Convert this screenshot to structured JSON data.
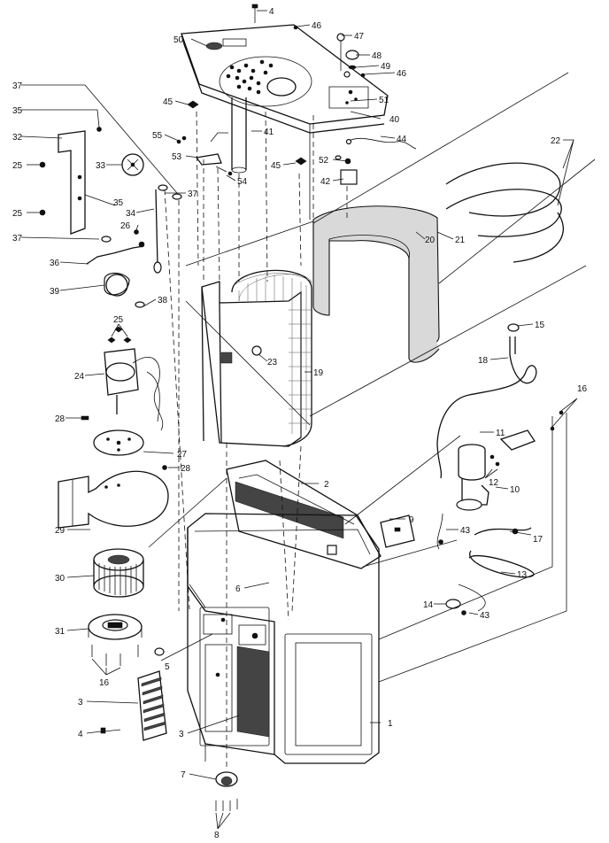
{
  "diagram": {
    "callouts": [
      {
        "id": "c1",
        "text": "1"
      },
      {
        "id": "c2",
        "text": "2"
      },
      {
        "id": "c3a",
        "text": "3"
      },
      {
        "id": "c3b",
        "text": "3"
      },
      {
        "id": "c4a",
        "text": "4"
      },
      {
        "id": "c4b",
        "text": "4"
      },
      {
        "id": "c5",
        "text": "5"
      },
      {
        "id": "c6",
        "text": "6"
      },
      {
        "id": "c7",
        "text": "7"
      },
      {
        "id": "c8",
        "text": "8"
      },
      {
        "id": "c9",
        "text": "9"
      },
      {
        "id": "c10",
        "text": "10"
      },
      {
        "id": "c11",
        "text": "11"
      },
      {
        "id": "c12",
        "text": "12"
      },
      {
        "id": "c13",
        "text": "13"
      },
      {
        "id": "c14",
        "text": "14"
      },
      {
        "id": "c15",
        "text": "15"
      },
      {
        "id": "c16a",
        "text": "16"
      },
      {
        "id": "c16b",
        "text": "16"
      },
      {
        "id": "c17",
        "text": "17"
      },
      {
        "id": "c18",
        "text": "18"
      },
      {
        "id": "c19",
        "text": "19"
      },
      {
        "id": "c20",
        "text": "20"
      },
      {
        "id": "c21",
        "text": "21"
      },
      {
        "id": "c22",
        "text": "22"
      },
      {
        "id": "c23",
        "text": "23"
      },
      {
        "id": "c24",
        "text": "24"
      },
      {
        "id": "c25a",
        "text": "25"
      },
      {
        "id": "c25b",
        "text": "25"
      },
      {
        "id": "c25c",
        "text": "25"
      },
      {
        "id": "c26",
        "text": "26"
      },
      {
        "id": "c27",
        "text": "27"
      },
      {
        "id": "c28a",
        "text": "28"
      },
      {
        "id": "c28b",
        "text": "28"
      },
      {
        "id": "c29",
        "text": "29"
      },
      {
        "id": "c30",
        "text": "30"
      },
      {
        "id": "c31",
        "text": "31"
      },
      {
        "id": "c32",
        "text": "32"
      },
      {
        "id": "c33",
        "text": "33"
      },
      {
        "id": "c34",
        "text": "34"
      },
      {
        "id": "c35a",
        "text": "35"
      },
      {
        "id": "c35b",
        "text": "35"
      },
      {
        "id": "c36",
        "text": "36"
      },
      {
        "id": "c37a",
        "text": "37"
      },
      {
        "id": "c37b",
        "text": "37"
      },
      {
        "id": "c37c",
        "text": "37"
      },
      {
        "id": "c38",
        "text": "38"
      },
      {
        "id": "c39",
        "text": "39"
      },
      {
        "id": "c40",
        "text": "40"
      },
      {
        "id": "c41",
        "text": "41"
      },
      {
        "id": "c42",
        "text": "42"
      },
      {
        "id": "c43a",
        "text": "43"
      },
      {
        "id": "c43b",
        "text": "43"
      },
      {
        "id": "c44",
        "text": "44"
      },
      {
        "id": "c45a",
        "text": "45"
      },
      {
        "id": "c45b",
        "text": "45"
      },
      {
        "id": "c46a",
        "text": "46"
      },
      {
        "id": "c46b",
        "text": "46"
      },
      {
        "id": "c47",
        "text": "47"
      },
      {
        "id": "c48",
        "text": "48"
      },
      {
        "id": "c49",
        "text": "49"
      },
      {
        "id": "c50",
        "text": "50"
      },
      {
        "id": "c51",
        "text": "51"
      },
      {
        "id": "c52",
        "text": "52"
      },
      {
        "id": "c53",
        "text": "53"
      },
      {
        "id": "c54",
        "text": "54"
      },
      {
        "id": "c55",
        "text": "55"
      }
    ]
  }
}
